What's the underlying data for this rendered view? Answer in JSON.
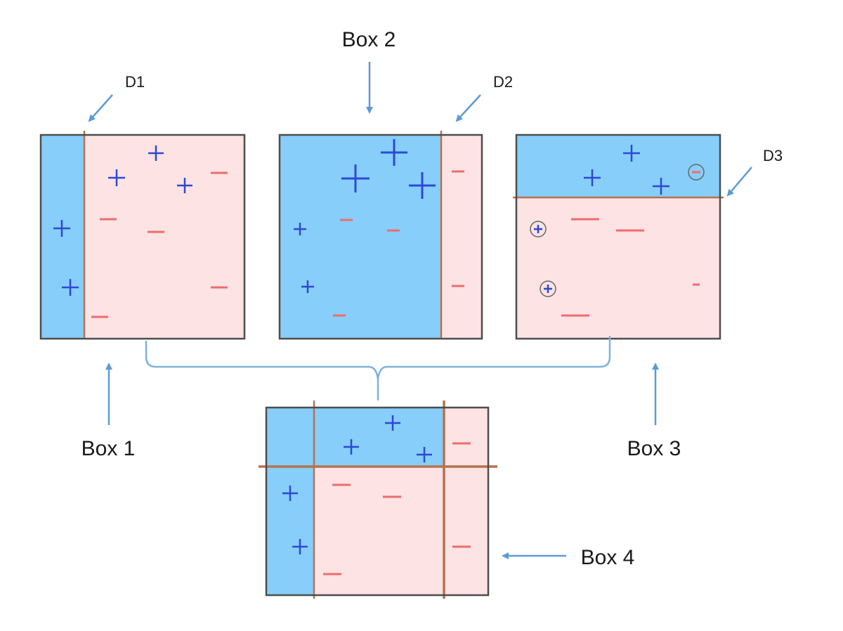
{
  "labels": {
    "box1": "Box 1",
    "box2": "Box 2",
    "box3": "Box 3",
    "box4": "Box 4",
    "d1": "D1",
    "d2": "D2",
    "d3": "D3"
  },
  "colors": {
    "positive_region": "#87cefa",
    "negative_region": "#fde3e3",
    "positive_mark": "#2c49d6",
    "negative_mark": "#ef6c6c",
    "decision_line": "#b5734f",
    "arrow": "#5b9bd5"
  }
}
